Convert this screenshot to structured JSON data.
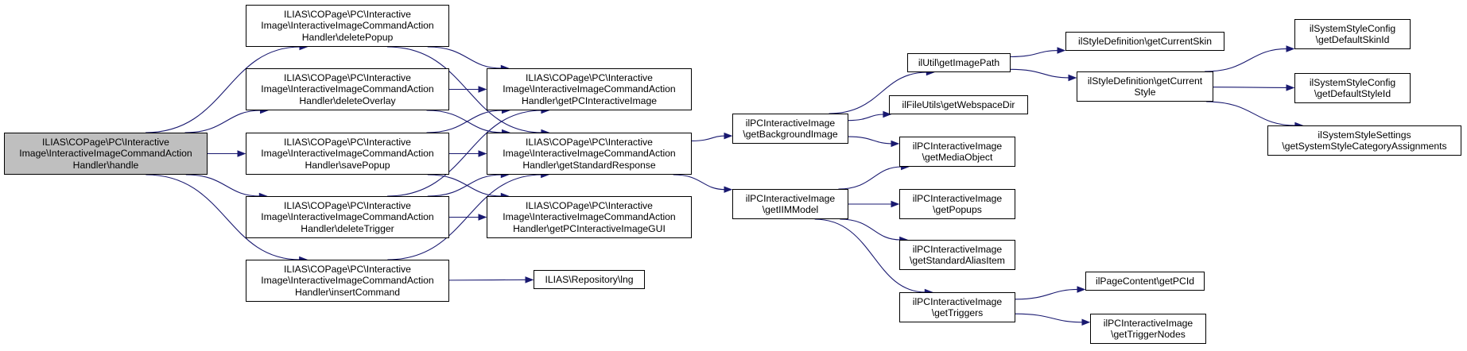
{
  "colors": {
    "edge": "#191970",
    "root_fill": "#bfbfbf",
    "node_fill": "#ffffff",
    "border": "#000000"
  },
  "nodes": {
    "handle": [
      "ILIAS\\COPage\\PC\\Interactive",
      "Image\\InteractiveImageCommandAction",
      "Handler\\handle"
    ],
    "deletePopup": [
      "ILIAS\\COPage\\PC\\Interactive",
      "Image\\InteractiveImageCommandAction",
      "Handler\\deletePopup"
    ],
    "deleteOverlay": [
      "ILIAS\\COPage\\PC\\Interactive",
      "Image\\InteractiveImageCommandAction",
      "Handler\\deleteOverlay"
    ],
    "savePopup": [
      "ILIAS\\COPage\\PC\\Interactive",
      "Image\\InteractiveImageCommandAction",
      "Handler\\savePopup"
    ],
    "deleteTrigger": [
      "ILIAS\\COPage\\PC\\Interactive",
      "Image\\InteractiveImageCommandAction",
      "Handler\\deleteTrigger"
    ],
    "insertCommand": [
      "ILIAS\\COPage\\PC\\Interactive",
      "Image\\InteractiveImageCommandAction",
      "Handler\\insertCommand"
    ],
    "getPCInteractiveImage": [
      "ILIAS\\COPage\\PC\\Interactive",
      "Image\\InteractiveImageCommandAction",
      "Handler\\getPCInteractiveImage"
    ],
    "getStandardResponse": [
      "ILIAS\\COPage\\PC\\Interactive",
      "Image\\InteractiveImageCommandAction",
      "Handler\\getStandardResponse"
    ],
    "getPCInteractiveImageGUI": [
      "ILIAS\\COPage\\PC\\Interactive",
      "Image\\InteractiveImageCommandAction",
      "Handler\\getPCInteractiveImageGUI"
    ],
    "lng": [
      "ILIAS\\Repository\\lng"
    ],
    "getBackgroundImage": [
      "ilPCInteractiveImage",
      "\\getBackgroundImage"
    ],
    "getIIMModel": [
      "ilPCInteractiveImage",
      "\\getIIMModel"
    ],
    "getImagePath": [
      "ilUtil\\getImagePath"
    ],
    "getWebspaceDir": [
      "ilFileUtils\\getWebspaceDir"
    ],
    "getMediaObject": [
      "ilPCInteractiveImage",
      "\\getMediaObject"
    ],
    "getPopups": [
      "ilPCInteractiveImage",
      "\\getPopups"
    ],
    "getStandardAliasItem": [
      "ilPCInteractiveImage",
      "\\getStandardAliasItem"
    ],
    "getTriggers": [
      "ilPCInteractiveImage",
      "\\getTriggers"
    ],
    "getCurrentSkin": [
      "ilStyleDefinition\\getCurrentSkin"
    ],
    "getCurrentStyle": [
      "ilStyleDefinition\\getCurrent",
      "Style"
    ],
    "getPCId": [
      "ilPageContent\\getPCId"
    ],
    "getTriggerNodes": [
      "ilPCInteractiveImage",
      "\\getTriggerNodes"
    ],
    "getDefaultSkinId": [
      "ilSystemStyleConfig",
      "\\getDefaultSkinId"
    ],
    "getDefaultStyleId": [
      "ilSystemStyleConfig",
      "\\getDefaultStyleId"
    ],
    "getSystemStyleCategoryAssignments": [
      "ilSystemStyleSettings",
      "\\getSystemStyleCategoryAssignments"
    ]
  },
  "edges": [
    [
      "handle",
      "deletePopup"
    ],
    [
      "handle",
      "deleteOverlay"
    ],
    [
      "handle",
      "savePopup"
    ],
    [
      "handle",
      "deleteTrigger"
    ],
    [
      "handle",
      "insertCommand"
    ],
    [
      "deletePopup",
      "getPCInteractiveImage"
    ],
    [
      "deletePopup",
      "getStandardResponse"
    ],
    [
      "deleteOverlay",
      "getPCInteractiveImage"
    ],
    [
      "deleteOverlay",
      "getStandardResponse"
    ],
    [
      "savePopup",
      "getPCInteractiveImage"
    ],
    [
      "savePopup",
      "getStandardResponse"
    ],
    [
      "savePopup",
      "getPCInteractiveImageGUI"
    ],
    [
      "deleteTrigger",
      "getPCInteractiveImage"
    ],
    [
      "deleteTrigger",
      "getStandardResponse"
    ],
    [
      "deleteTrigger",
      "getPCInteractiveImageGUI"
    ],
    [
      "insertCommand",
      "getStandardResponse"
    ],
    [
      "insertCommand",
      "lng"
    ],
    [
      "getStandardResponse",
      "getBackgroundImage"
    ],
    [
      "getStandardResponse",
      "getIIMModel"
    ],
    [
      "getBackgroundImage",
      "getImagePath"
    ],
    [
      "getBackgroundImage",
      "getWebspaceDir"
    ],
    [
      "getBackgroundImage",
      "getMediaObject"
    ],
    [
      "getIIMModel",
      "getMediaObject"
    ],
    [
      "getIIMModel",
      "getPopups"
    ],
    [
      "getIIMModel",
      "getStandardAliasItem"
    ],
    [
      "getIIMModel",
      "getTriggers"
    ],
    [
      "getImagePath",
      "getCurrentSkin"
    ],
    [
      "getImagePath",
      "getCurrentStyle"
    ],
    [
      "getCurrentStyle",
      "getDefaultSkinId"
    ],
    [
      "getCurrentStyle",
      "getDefaultStyleId"
    ],
    [
      "getCurrentStyle",
      "getSystemStyleCategoryAssignments"
    ],
    [
      "getTriggers",
      "getPCId"
    ],
    [
      "getTriggers",
      "getTriggerNodes"
    ]
  ]
}
